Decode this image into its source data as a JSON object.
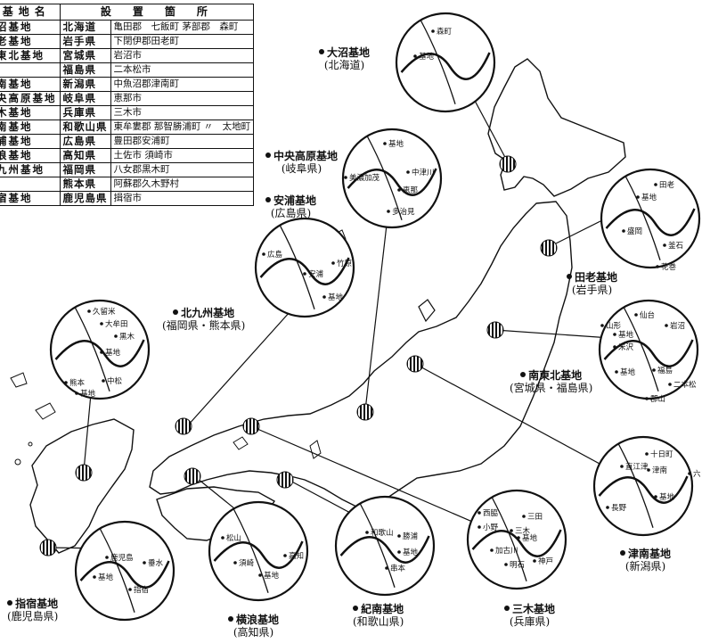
{
  "table": {
    "headers": [
      "基地名",
      "設　置　箇　所"
    ],
    "rows": [
      {
        "base": "沼基地",
        "pref": "北海道",
        "place": "亀田郡　七飯町 茅部郡　森町"
      },
      {
        "base": "老基地",
        "pref": "岩手県",
        "place": "下閉伊郡田老町"
      },
      {
        "base": "東北基地",
        "pref": "宮城県",
        "place": "岩沼市"
      },
      {
        "base": "",
        "pref": "福島県",
        "place": "二本松市"
      },
      {
        "base": "南基地",
        "pref": "新潟県",
        "place": "中魚沼郡津南町"
      },
      {
        "base": "央高原基地",
        "pref": "岐阜県",
        "place": "恵那市"
      },
      {
        "base": "木基地",
        "pref": "兵庫県",
        "place": "三木市"
      },
      {
        "base": "南基地",
        "pref": "和歌山県",
        "place": "東牟婁郡 那智勝浦町 〃　太地町"
      },
      {
        "base": "浦基地",
        "pref": "広島県",
        "place": "豊田郡安浦町"
      },
      {
        "base": "浪基地",
        "pref": "高知県",
        "place": "土佐市 須崎市"
      },
      {
        "base": "九州基地",
        "pref": "福岡県",
        "place": "八女郡黒木町"
      },
      {
        "base": "",
        "pref": "熊本県",
        "place": "阿蘇郡久木野村"
      },
      {
        "base": "宿基地",
        "pref": "鹿児島県",
        "place": "揖宿市"
      }
    ]
  },
  "labels": {
    "onuma": {
      "name": "大沼基地",
      "pref": "(北海道)"
    },
    "chuo": {
      "name": "中央高原基地",
      "pref": "(岐阜県)"
    },
    "yasuura": {
      "name": "安浦基地",
      "pref": "(広島県)"
    },
    "kitakyushu": {
      "name": "北九州基地",
      "pref": "(福岡県・熊本県)"
    },
    "taro": {
      "name": "田老基地",
      "pref": "(岩手県)"
    },
    "minamitohoku": {
      "name": "南東北基地",
      "pref": "(宮城県・福島県)"
    },
    "tsunan": {
      "name": "津南基地",
      "pref": "(新潟県)"
    },
    "miki": {
      "name": "三木基地",
      "pref": "(兵庫県)"
    },
    "kinan": {
      "name": "紀南基地",
      "pref": "(和歌山県)"
    },
    "yokonami": {
      "name": "横浪基地",
      "pref": "(高知県)"
    },
    "ibusuki": {
      "name": "指宿基地",
      "pref": "(鹿児島県)"
    }
  },
  "insets": {
    "onuma": [
      "森町",
      "基地"
    ],
    "chuo": [
      "基地",
      "美濃加茂",
      "中津川",
      "恵那",
      "多治見"
    ],
    "yasuura": [
      "広島",
      "安浦",
      "竹原",
      "基地"
    ],
    "taro": [
      "田老",
      "基地",
      "盛岡",
      "釜石",
      "花巻"
    ],
    "kitakyushu": [
      "久留米",
      "大牟田",
      "黒木",
      "基地",
      "熊本",
      "基地",
      "中松"
    ],
    "minamitohoku": [
      "山形",
      "仙台",
      "基地",
      "米沢",
      "岩沼",
      "基地",
      "福島",
      "二本松",
      "郡山"
    ],
    "tsunan": [
      "十日町",
      "直江津",
      "津南",
      "六日町",
      "長野",
      "基地"
    ],
    "miki": [
      "西脇",
      "三田",
      "小野",
      "三木",
      "基地",
      "加古川",
      "明石",
      "神戸"
    ],
    "kinan": [
      "和歌山",
      "勝浦",
      "基地",
      "串本"
    ],
    "yokonami": [
      "松山",
      "須崎",
      "高知",
      "基地"
    ],
    "ibusuki": [
      "鹿児島",
      "垂水",
      "基地",
      "指宿"
    ]
  },
  "colors": {
    "ink": "#111111",
    "paper": "#ffffff"
  }
}
